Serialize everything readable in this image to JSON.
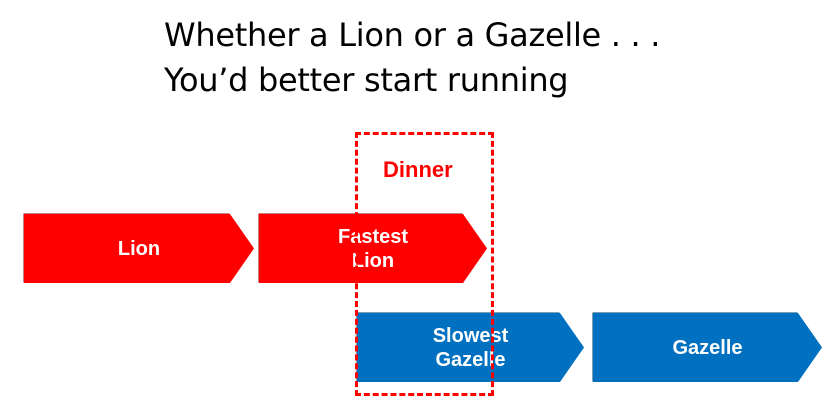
{
  "title": {
    "line1": "Whether a Lion or a Gazelle . . .",
    "line2": "You’d better start running"
  },
  "dinner": {
    "label": "Dinner"
  },
  "arrows": {
    "lion": "Lion",
    "fastest_lion": "Fastest\nLion",
    "slowest_gazelle": "Slowest\nGazelle",
    "gazelle": "Gazelle"
  },
  "colors": {
    "lion": "#ff0000",
    "gazelle": "#0070c0",
    "dinner": "#ff0000"
  }
}
